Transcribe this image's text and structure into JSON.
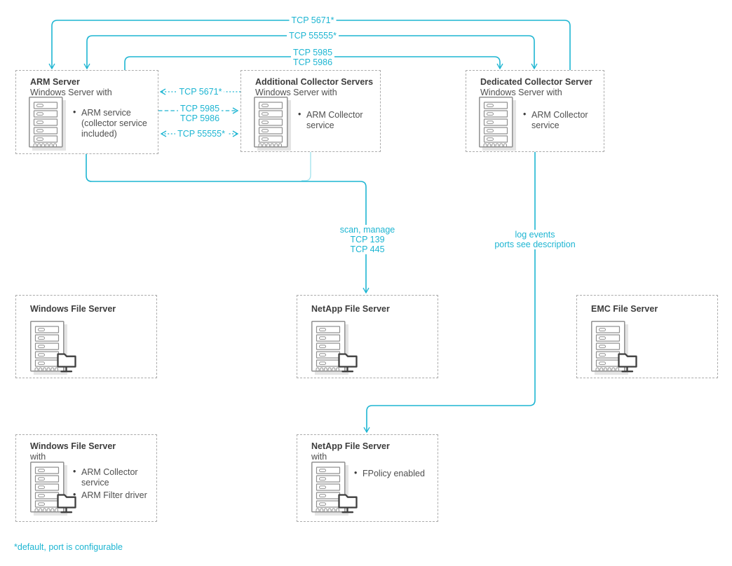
{
  "diagram": {
    "colors": {
      "accent": "#1DB5D2",
      "accent_light": "#A6E3EE",
      "box_border": "#ABABAB",
      "icon_gray": "#909090",
      "icon_dark": "#3F3F3F",
      "heading_text": "#3D3D3D",
      "body_text": "#4F4F4F"
    },
    "nodes": [
      {
        "id": "arm-server",
        "title": "ARM Server",
        "subtitle": "Windows Server with",
        "icon": "server-icon",
        "bullets": [
          "ARM service (collector service included)"
        ]
      },
      {
        "id": "additional-collector-servers",
        "title": "Additional Collector Servers",
        "subtitle": "Windows Server with",
        "icon": "server-icon",
        "bullets": [
          "ARM Collector service"
        ]
      },
      {
        "id": "dedicated-collector-server",
        "title": "Dedicated Collector Server",
        "subtitle": "Windows Server with",
        "icon": "server-icon",
        "bullets": [
          "ARM Collector service"
        ]
      },
      {
        "id": "windows-file-server",
        "title": "Windows File Server",
        "icon": "file-server-icon",
        "bullets": []
      },
      {
        "id": "netapp-file-server",
        "title": "NetApp File Server",
        "icon": "file-server-icon",
        "bullets": []
      },
      {
        "id": "emc-file-server",
        "title": "EMC File Server",
        "icon": "file-server-icon",
        "bullets": []
      },
      {
        "id": "windows-file-server-collector",
        "title": "Windows File Server",
        "subtitle": "with",
        "icon": "file-server-icon",
        "bullets": [
          "ARM Collector service",
          "ARM Filter driver"
        ]
      },
      {
        "id": "netapp-file-server-fpolicy",
        "title": "NetApp File Server",
        "subtitle": "with",
        "icon": "file-server-icon",
        "bullets": [
          "FPolicy enabled"
        ]
      }
    ],
    "connection_labels": {
      "top_5671": "TCP 5671*",
      "top_55555": "TCP 55555*",
      "top_5985": "TCP 5985",
      "top_5986": "TCP 5986",
      "mid_5671": "TCP 5671*",
      "mid_5985": "TCP 5985",
      "mid_5986": "TCP 5986",
      "mid_55555": "TCP 55555*",
      "scan_line1": "scan, manage",
      "scan_line2": "TCP 139",
      "scan_line3": "TCP 445",
      "log_line1": "log events",
      "log_line2": "ports see description"
    },
    "footnote": "*default, port is configurable"
  }
}
